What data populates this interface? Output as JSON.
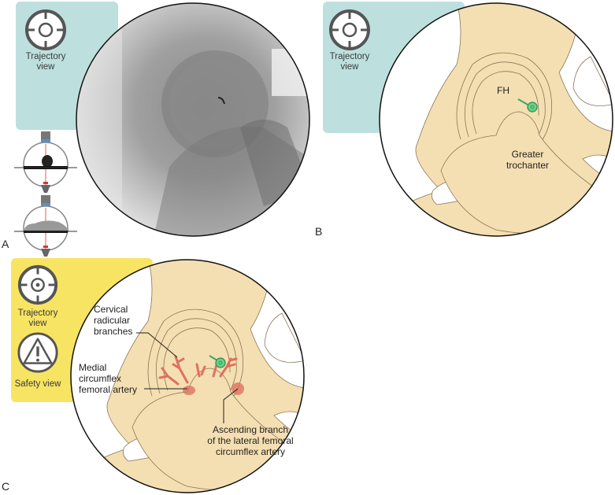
{
  "figure": {
    "panels": [
      {
        "letter": "A",
        "badge_color": "#bde0df",
        "icons": [
          {
            "name": "trajectory-view",
            "label_line1": "Trajectory",
            "label_line2": "view"
          }
        ],
        "content": "fluoroscopic image of hip with C-arm positioning diagrams"
      },
      {
        "letter": "B",
        "badge_color": "#bde0df",
        "icons": [
          {
            "name": "trajectory-view",
            "label_line1": "Trajectory",
            "label_line2": "view"
          }
        ],
        "labels": {
          "fh": "FH",
          "greater_troch_line1": "Greater",
          "greater_troch_line2": "trochanter"
        }
      },
      {
        "letter": "C",
        "badge_color": "#f7e462",
        "icons": [
          {
            "name": "trajectory-view",
            "label_line1": "Trajectory",
            "label_line2": "view"
          },
          {
            "name": "safety-view",
            "label_line1": "Safety view"
          }
        ],
        "annotations": {
          "cervical": [
            "Cervical",
            "radicular",
            "branches"
          ],
          "medial": [
            "Medial",
            "circumflex",
            "femoral artery"
          ],
          "ascending": [
            "Ascending branch",
            "of the lateral femoral",
            "circumflex artery"
          ]
        }
      }
    ],
    "colors": {
      "bone": "#f4dfb2",
      "bone_outline": "#8a7556",
      "artery": "#e07060",
      "needle": "#3aa860",
      "icon_stroke": "#555555"
    }
  }
}
